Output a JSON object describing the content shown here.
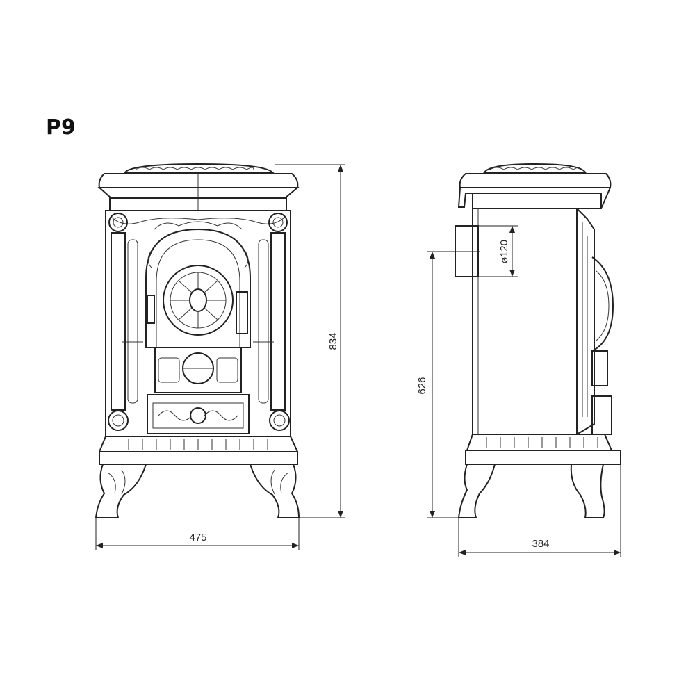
{
  "title": "P9",
  "front_view": {
    "height_label": "834",
    "width_label": "475"
  },
  "side_view": {
    "flue_height_label": "626",
    "depth_label": "384",
    "flue_diameter_label": "⌀120"
  }
}
